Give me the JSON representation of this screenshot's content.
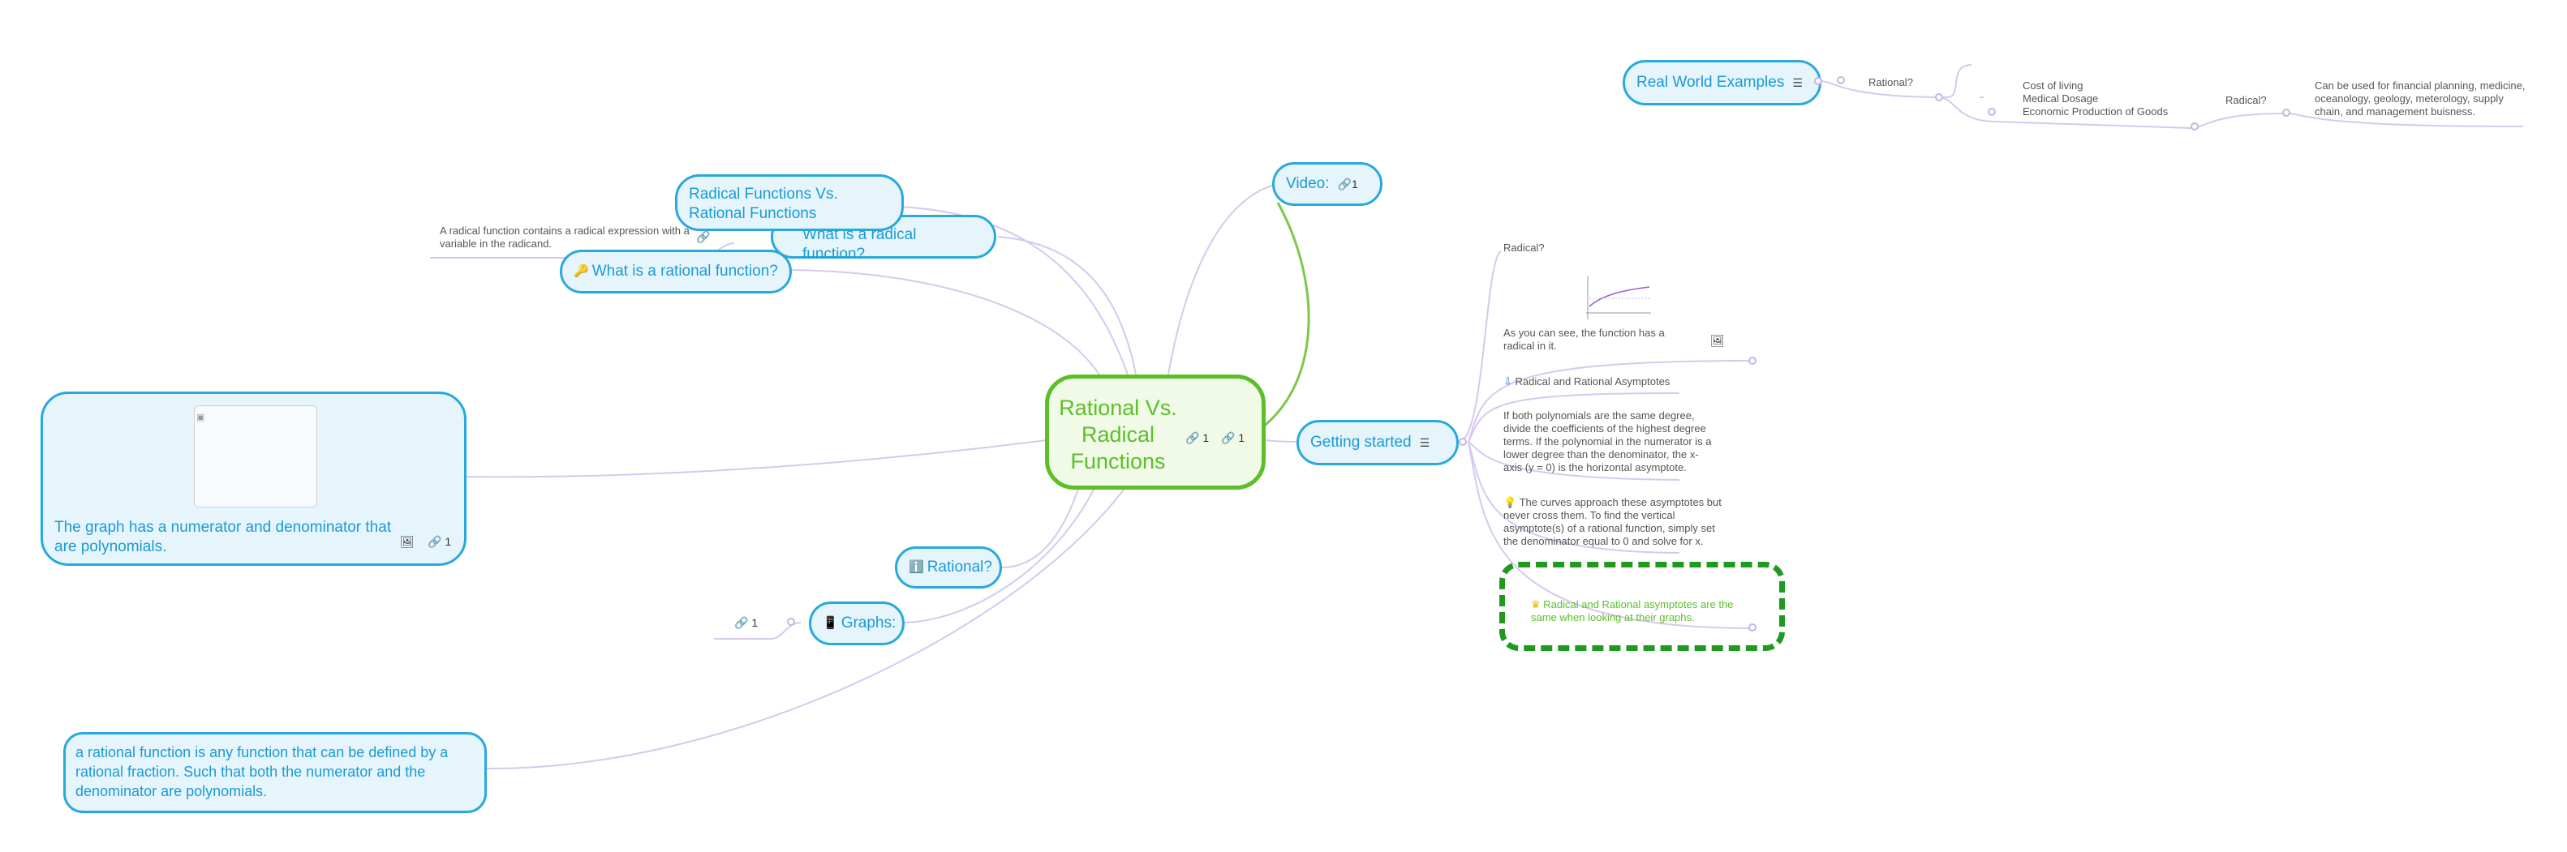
{
  "root": {
    "title": "Rational Vs. Radical Functions",
    "link_count": "1",
    "attach_count": "1"
  },
  "branches": {
    "video": {
      "label": "Video:",
      "link_count": "1"
    },
    "getting_started": {
      "label": "Getting started"
    },
    "real_world": {
      "label": "Real World Examples"
    },
    "radical_vs_rational": {
      "label": "Radical Functions Vs. Rational Functions"
    },
    "what_radical": {
      "label": "What is a radical function?"
    },
    "what_rational": {
      "label": "What is a rational function?",
      "emoji": "🔑"
    },
    "graph_card": {
      "label": "The graph has a numerator and denominator that are polynomials.",
      "link_count": "1"
    },
    "rational_q": {
      "label": "Rational?",
      "emoji": "ℹ️"
    },
    "graphs": {
      "label": "Graphs:",
      "emoji": "📱",
      "link_count": "1"
    },
    "definition": {
      "label": "a rational function is any function that can be defined by a rational fraction. Such that both the numerator and the denominator are polynomials."
    }
  },
  "radical_note": "A radical function contains a radical expression with a variable in the radicand.",
  "getting_started_children": {
    "radical_q": "Radical?",
    "as_you_can_see": "As you can see, the function has a radical in it.",
    "asymptotes_title": "Radical and Rational Asymptotes",
    "polynomials": "If both polynomials are the same degree, divide the coefficients of the highest degree terms. If the polynomial in the numerator is a lower degree than the denominator, the x-axis (y = 0) is the horizontal asymptote.",
    "curves": "The curves approach these asymptotes but never cross them. To find the vertical asymptote(s) of a rational function, simply set the denominator equal to 0 and solve for x.",
    "highlight": "Radical and Rational asymptotes are the same when looking at their graphs."
  },
  "real_world_children": {
    "rational_q": "Rational?",
    "uses": [
      "Cost of living",
      "Medical Dosage",
      "Economic Production of Goods"
    ],
    "radical_q": "Radical?",
    "radical_uses": "Can be used for financial planning, medicine, oceanology, geology, meterology, supply chain, and management buisness."
  },
  "colors": {
    "primary": "#28a9dc",
    "root_green": "#5cbf2a",
    "connector": "#d2c2ee",
    "highlight_border": "#1f9a1f"
  },
  "icons": [
    "link-icon",
    "image-icon",
    "notes-icon",
    "key-icon",
    "info-icon",
    "phone-icon",
    "bulb-icon",
    "crown-icon",
    "exit-icon"
  ]
}
